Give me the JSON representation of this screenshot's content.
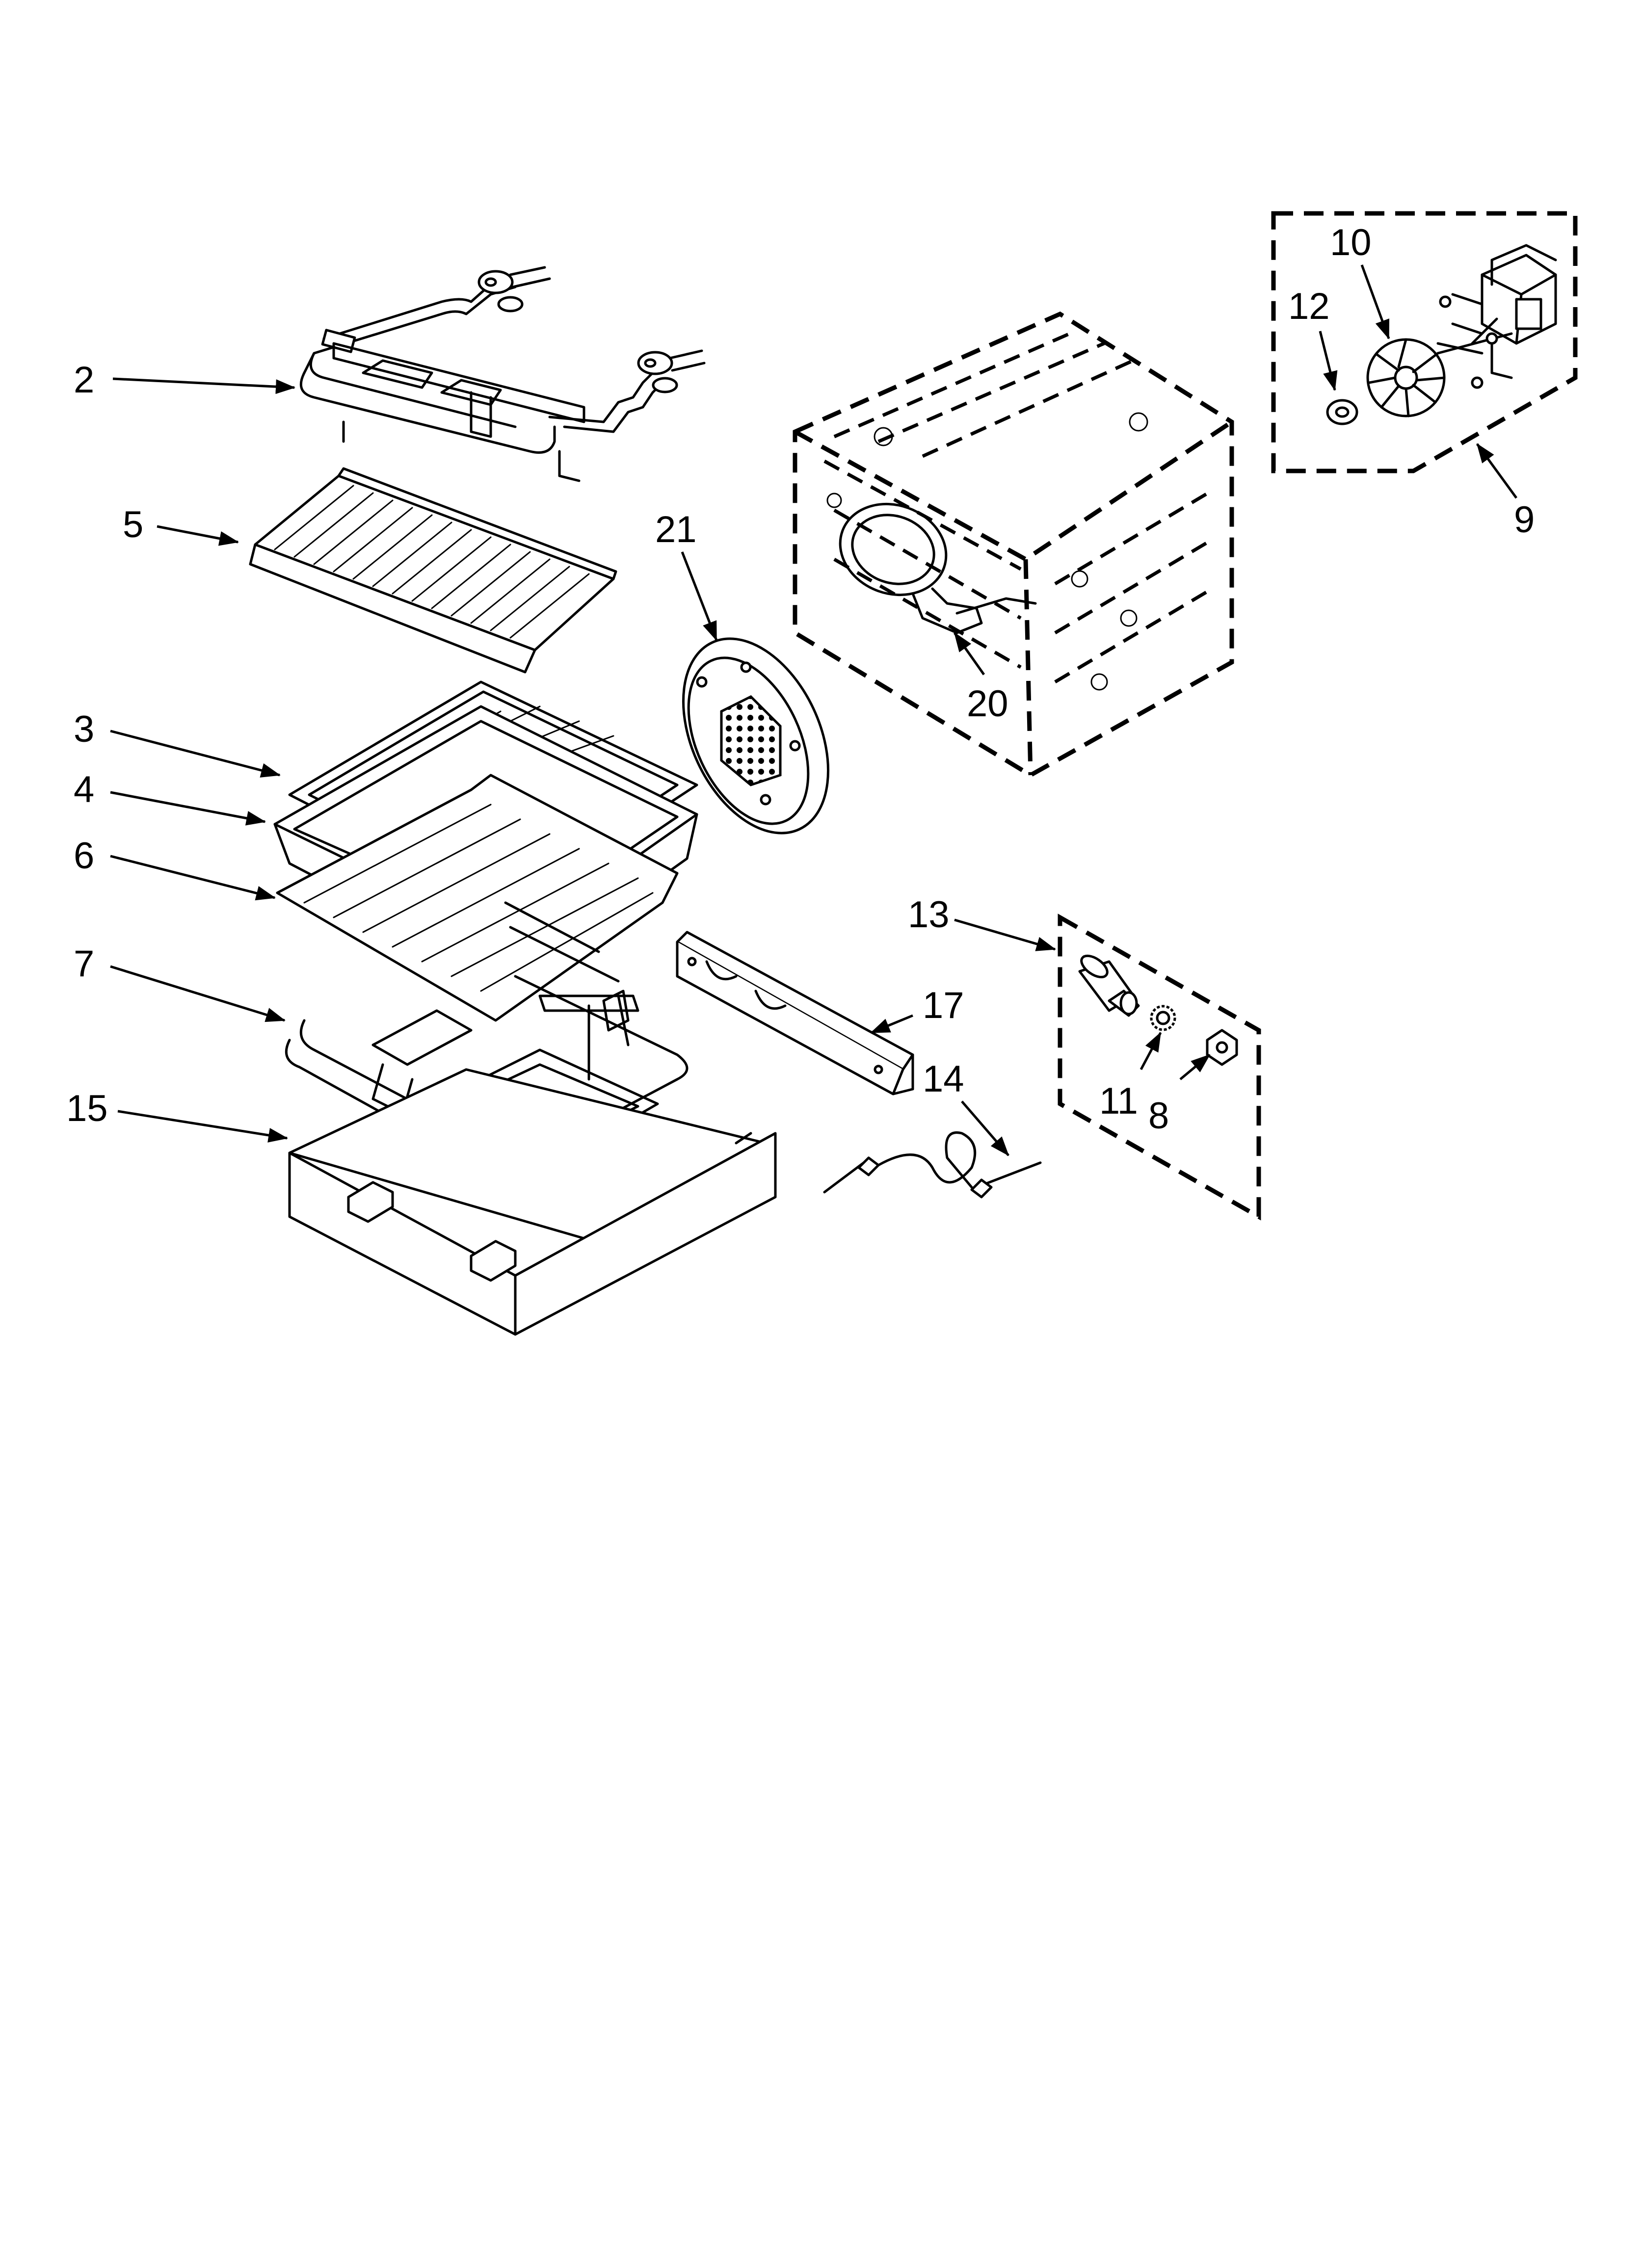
{
  "diagram": {
    "callouts": [
      {
        "id": "c2",
        "label": "2"
      },
      {
        "id": "c5",
        "label": "5"
      },
      {
        "id": "c3",
        "label": "3"
      },
      {
        "id": "c4",
        "label": "4"
      },
      {
        "id": "c6",
        "label": "6"
      },
      {
        "id": "c7",
        "label": "7"
      },
      {
        "id": "c15",
        "label": "15"
      },
      {
        "id": "c21",
        "label": "21"
      },
      {
        "id": "c20",
        "label": "20"
      },
      {
        "id": "c10",
        "label": "10"
      },
      {
        "id": "c12",
        "label": "12"
      },
      {
        "id": "c9",
        "label": "9"
      },
      {
        "id": "c13",
        "label": "13"
      },
      {
        "id": "c17",
        "label": "17"
      },
      {
        "id": "c14",
        "label": "14"
      },
      {
        "id": "c11",
        "label": "11"
      },
      {
        "id": "c8",
        "label": "8"
      }
    ]
  }
}
